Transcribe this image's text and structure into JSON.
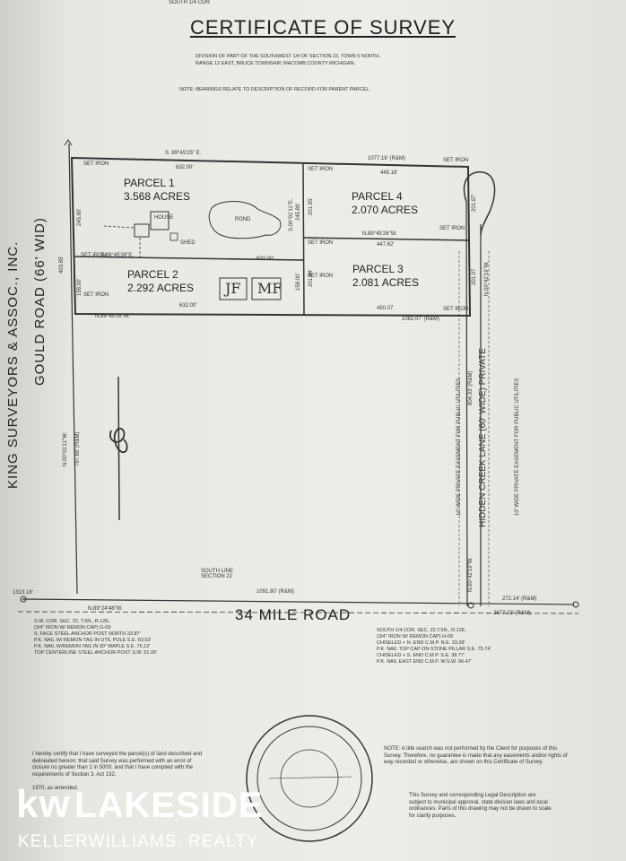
{
  "header": {
    "top_fragment": "SOUTH 1/4 COR",
    "title": "CERTIFICATE OF SURVEY",
    "description_1": "DIVISION OF PART OF THE SOUTHWEST 1/4 OF SECTION 22, TOWN 5 NORTH,",
    "description_2": "RANGE 12 EAST, BRUCE TOWNSHIP, MACOMB COUNTY MICHIGAN.",
    "note": "NOTE:  BEARINGS RELATE TO DESCRIPTION OF RECORD FOR PARENT PARCEL."
  },
  "side_labels": {
    "company": "KING SURVEYORS & ASSOC., INC.",
    "gould_road": "GOULD ROAD (66' WID)",
    "hidden_creek": "HIDDEN CREEK LANE (60' WIDE) PRIVATE",
    "easement": "10' WIDE PRIVATE EASEMENT FOR PUBLIC UTILITIES"
  },
  "parcels": [
    {
      "name": "PARCEL 1",
      "acres": "3.568 ACRES"
    },
    {
      "name": "PARCEL 2",
      "acres": "2.292 ACRES"
    },
    {
      "name": "PARCEL 3",
      "acres": "2.081 ACRES"
    },
    {
      "name": "PARCEL 4",
      "acres": "2.070 ACRES"
    }
  ],
  "features": {
    "house": "HOUSE",
    "pond": "POND",
    "shed": "SHED",
    "set_iron": "SET IRON",
    "initials_1": "JF",
    "initials_2": "MF"
  },
  "bearings": {
    "top_bearing": "S. 89°45'25\" E.",
    "top_total": "1077.16' (R&M)",
    "p1_top": "632.00'",
    "p4_top": "445.18'",
    "p4_south": "N.89°45'26\"W.",
    "p4_south_dist": "447.62'",
    "p2_north": "S.89°45'26\"E.",
    "p2_north_dist": "632.00'",
    "p2_south_dist": "632.00'",
    "p3_south_dist": "450.07",
    "south_bearing": "N.89°45'26\"W.",
    "south_total": "1082.07' (R&M)",
    "west_1": "245.80'",
    "west_2": "403.85'",
    "west_3": "158.00'",
    "mid_1": "201.95'",
    "mid_2": "245.89'",
    "mid_3": "S.00°01'11\"E.",
    "mid_4": "201.94'",
    "mid_5": "158.00'",
    "east_1": "201.97'",
    "east_2": "201.97",
    "east_3": "N.00°42'19\"W.",
    "lane_len": "804.33' (R&M)",
    "lane_bearing": "N.00°42'19\"W.",
    "west_line": "N.00°01'11\"W.",
    "west_line_dist": "797.69' (R&M)",
    "south_line_label": "SOUTH LINE SECTION 22",
    "road_total": "1091.80' (R&M)",
    "road_bearing": "N.89°24'48\"W.",
    "left_dist": "1313.18'",
    "right_dist": "272.14' (R&M)",
    "right_total": "2677.22' (R&M)"
  },
  "road": {
    "name": "34 MILE ROAD"
  },
  "corners": {
    "sw_lines": [
      "S.W. COR. SEC. 22, T.5N., R.12E.",
      "(3/4\" IRON W/ REMON CAP) G-09",
      "S. FACE STEEL ANCHOR POST   NORTH   33.87'",
      "P.K. NAIL W/ REMON TAG IN UTIL POLE S.E. 63.63'",
      "P.K. NAIL W/REMON TAG IN 30\" MAPLE S.E. 75.12'",
      "TOP CENTERLINE STEEL ANCHOR POST   S.W.   51.00'"
    ],
    "s_lines": [
      "SOUTH 1/4 COR. SEC. 22,T.5N., R.12E.",
      "(3/4\" IRON W/ REMON CAP)  H-09",
      "CHISELED + N. END C.M.P.   N.E.   33.28'",
      "P.K. NAIL TOP CAP ON STONE PILLAR S.E. 75.74'",
      "CHISELED + S. END C.M.P.   S.E.   38.77'",
      "P.K. NAIL EAST END C.M.P.   W.S.W.   96.47'"
    ]
  },
  "certification": {
    "text": "I hereby certify that I have surveyed the parcel(s) of land described and delineated hereon; that said Survey was performed with an error of closure no greater than 1 in 5000; and that I have complied with the requirements of Section 3, Act 132,",
    "year_line": "1970, as amended."
  },
  "note_block": {
    "text": "NOTE: A title search was not performed by the Client for purposes of this Survey. Therefore, no guarantee is made that any easements and/or rights of way recorded or otherwise, are shown on this Certificate of Survey.",
    "text2": "This Survey and corresponding Legal Description are subject to municipal approval, state division laws and local ordinances. Parts of this drawing may not be drawn to scale for clarity purposes."
  },
  "branding": {
    "kw": "kw",
    "lakeside": "LAKESIDE",
    "keller": "KELLERWILLIAMS. REALTY"
  },
  "colors": {
    "ink": "#2a2a2a",
    "paper": "#eeede9",
    "brand": "#ffffff"
  }
}
